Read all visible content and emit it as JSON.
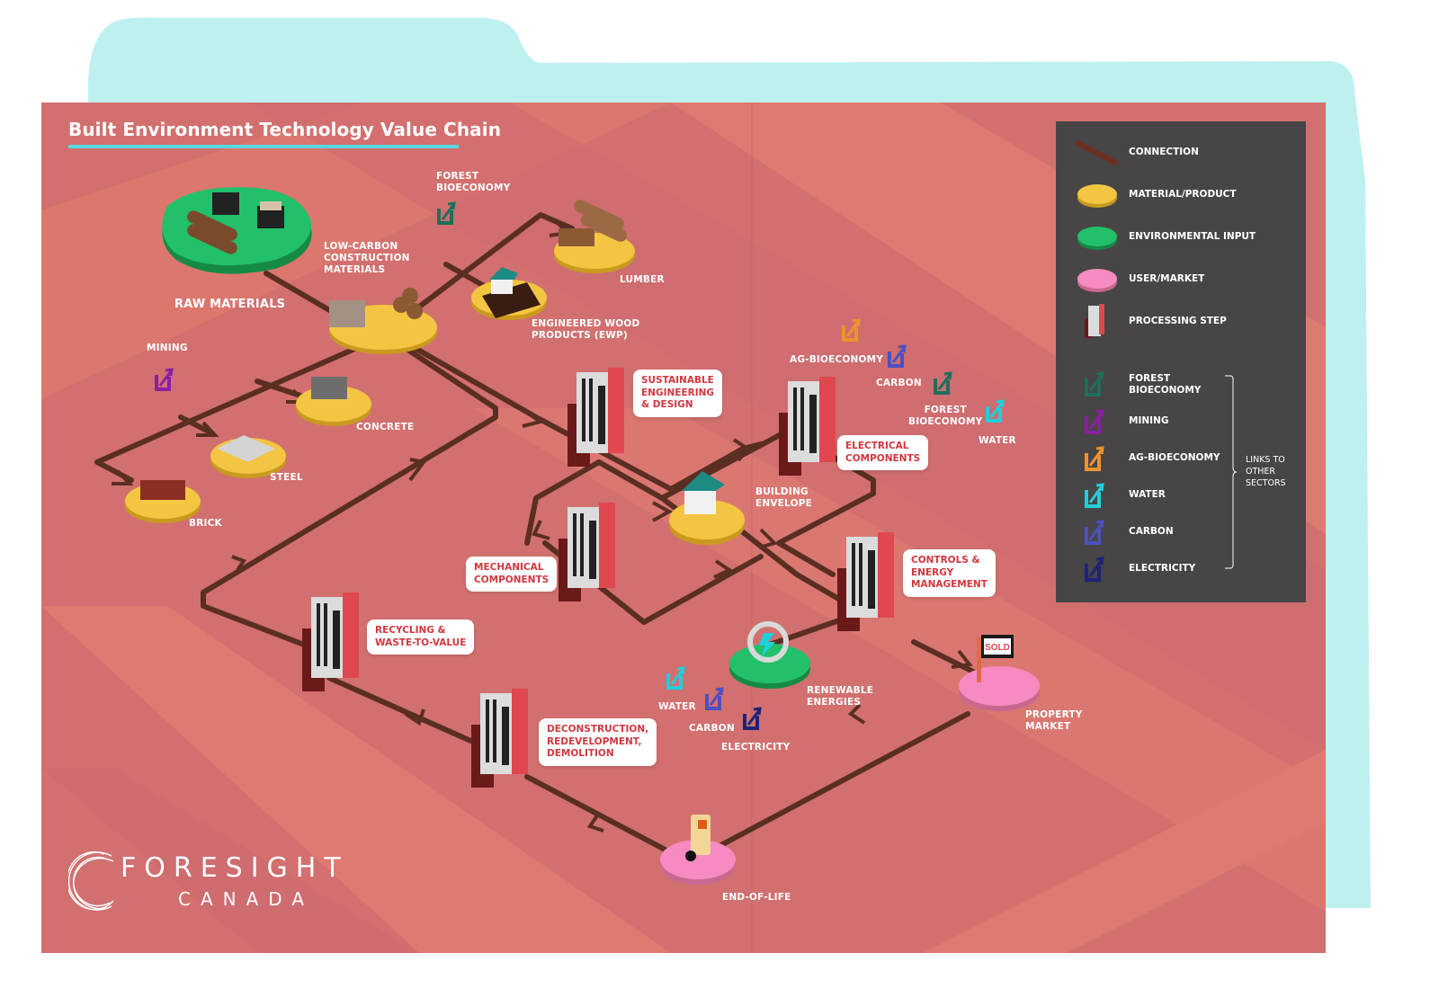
{
  "title": "Built Environment Technology Value Chain",
  "colors": {
    "board_bg": "#d2706f",
    "folder_tab": "#bff0f0",
    "title_underline": "#5ad7e0",
    "connection": "#5a2e22",
    "material_product": "#f4c542",
    "environmental_input": "#22b45a",
    "user_market": "#f58bc0",
    "processing_step_accent": "#e0474f",
    "card_text": "#d2373f",
    "legend_bg": "#474545",
    "forest_bioeconomy": "#1f6e5c",
    "mining": "#8b1fa3",
    "ag_bioeconomy": "#f0922c",
    "water": "#1fd0dc",
    "carbon": "#4d4fc2",
    "electricity": "#1e237a"
  },
  "nodes": {
    "raw_materials": {
      "label": "RAW MATERIALS",
      "type": "environmental_input"
    },
    "low_carbon": {
      "label": "LOW-CARBON\nCONSTRUCTION\nMATERIALS",
      "type": "material_product"
    },
    "lumber": {
      "label": "LUMBER",
      "type": "material_product"
    },
    "ewp": {
      "label": "ENGINEERED WOOD\nPRODUCTS (EWP)",
      "type": "material_product"
    },
    "concrete": {
      "label": "CONCRETE",
      "type": "material_product"
    },
    "steel": {
      "label": "STEEL",
      "type": "material_product"
    },
    "brick": {
      "label": "BRICK",
      "type": "material_product"
    },
    "building_envelope": {
      "label": "BUILDING\nENVELOPE",
      "type": "material_product"
    },
    "renewable_energies": {
      "label": "RENEWABLE\nENERGIES",
      "type": "environmental_input"
    },
    "property_market": {
      "label": "PROPERTY\nMARKET",
      "type": "user_market",
      "sign": "SOLD"
    },
    "end_of_life": {
      "label": "END-OF-LIFE",
      "type": "user_market"
    }
  },
  "processing_steps": {
    "sustainable_engineering": "SUSTAINABLE\nENGINEERING\n& DESIGN",
    "electrical_components": "ELECTRICAL\nCOMPONENTS",
    "mechanical_components": "MECHANICAL\nCOMPONENTS",
    "controls_energy": "CONTROLS &\nENERGY\nMANAGEMENT",
    "recycling": "RECYCLING &\nWASTE-TO-VALUE",
    "deconstruction": "DECONSTRUCTION,\nREDEVELOPMENT,\nDEMOLITION"
  },
  "sector_links": {
    "forest_top": "FOREST\nBIOECONOMY",
    "mining": "MINING",
    "ag_bioeconomy": "AG-BIOECONOMY",
    "carbon_mid": "CARBON",
    "forest_mid": "FOREST\nBIOECONOMY",
    "water_mid": "WATER",
    "water_low": "WATER",
    "carbon_low": "CARBON",
    "electricity_low": "ELECTRICITY"
  },
  "legend": {
    "items": [
      {
        "label": "CONNECTION",
        "icon": "connection-line"
      },
      {
        "label": "MATERIAL/PRODUCT",
        "icon": "yellow-platform"
      },
      {
        "label": "ENVIRONMENTAL INPUT",
        "icon": "green-platform"
      },
      {
        "label": "USER/MARKET",
        "icon": "pink-platform"
      },
      {
        "label": "PROCESSING STEP",
        "icon": "building"
      }
    ],
    "sectors": [
      {
        "label": "FOREST\nBIOECONOMY",
        "color": "#1f6e5c"
      },
      {
        "label": "MINING",
        "color": "#8b1fa3"
      },
      {
        "label": "AG-BIOECONOMY",
        "color": "#f0922c"
      },
      {
        "label": "WATER",
        "color": "#1fd0dc"
      },
      {
        "label": "CARBON",
        "color": "#4d4fc2"
      },
      {
        "label": "ELECTRICITY",
        "color": "#1e237a"
      }
    ],
    "links_label": "LINKS TO\nOTHER\nSECTORS"
  },
  "logo": {
    "line1": "FORESIGHT",
    "line2": "CANADA"
  }
}
